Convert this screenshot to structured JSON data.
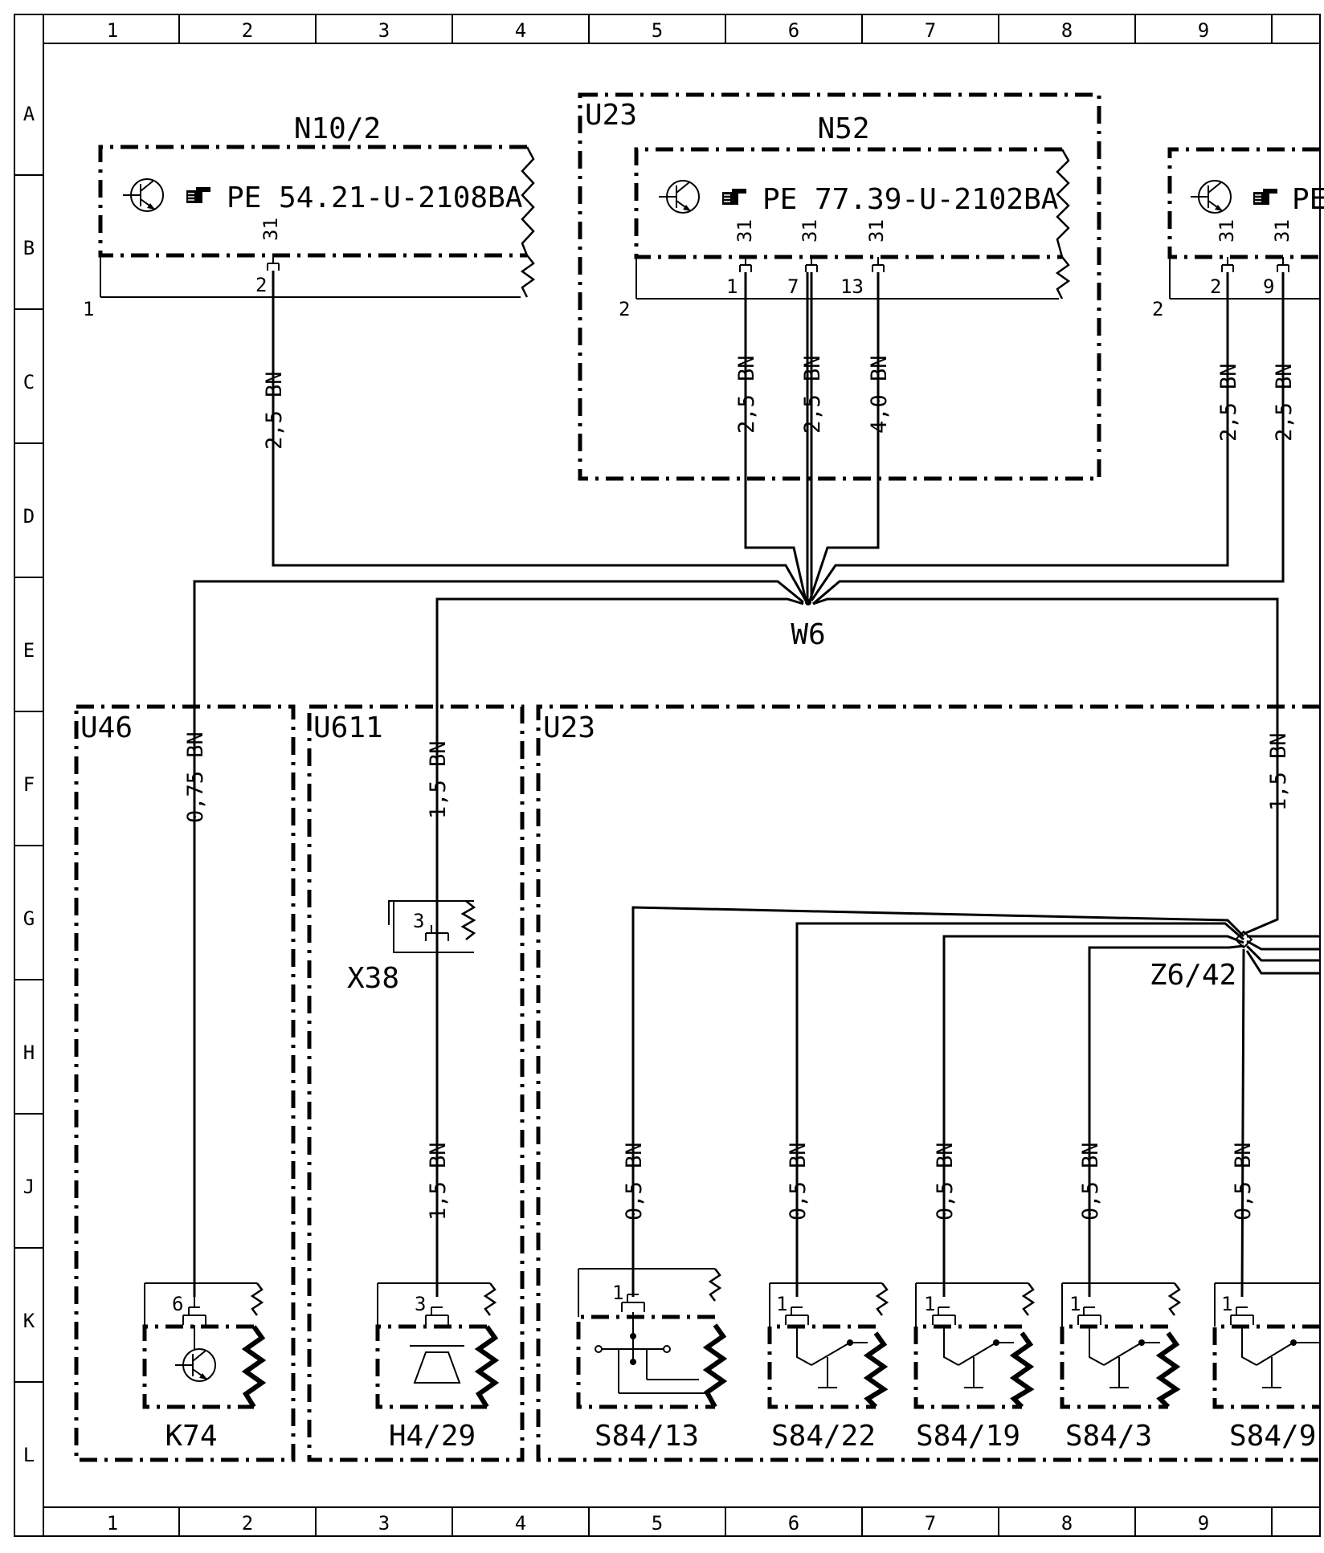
{
  "grid": {
    "columns": [
      "1",
      "2",
      "3",
      "4",
      "5",
      "6",
      "7",
      "8",
      "9"
    ],
    "rows": [
      "A",
      "B",
      "C",
      "D",
      "E",
      "F",
      "G",
      "H",
      "J",
      "K",
      "L"
    ]
  },
  "groups": {
    "u23_top": "U23",
    "u46": "U46",
    "u611": "U611",
    "u23_bottom": "U23"
  },
  "modules": {
    "n10_2": {
      "name": "N10/2",
      "ref": "PE 54.21-U-2108BA",
      "ground_pin": "1",
      "pin_31": "31",
      "pin": "2"
    },
    "n52": {
      "name": "N52",
      "ref": "PE 77.39-U-2102BA",
      "ground_pin": "2",
      "pin_31": "31",
      "pins": [
        "1",
        "7",
        "13"
      ]
    },
    "right_unit": {
      "ref": "PE",
      "ground_pin": "2",
      "pin_31": "31",
      "pins": [
        "2",
        "9"
      ]
    }
  },
  "wires": {
    "n10_2": "2,5 BN",
    "n52_1": "2,5 BN",
    "n52_7": "2,5 BN",
    "n52_13": "4,0 BN",
    "right_2": "2,5 BN",
    "right_9": "2,5 BN",
    "k74": "0,75 BN",
    "u611_upper": "1,5 BN",
    "u611_lower": "1,5 BN",
    "u23_feed": "1,5 BN",
    "s84_13": "0,5 BN",
    "s84_22": "0,5 BN",
    "s84_19": "0,5 BN",
    "s84_3": "0,5 BN",
    "s84_9": "0,5 BN"
  },
  "junctions": {
    "w6": "W6",
    "z6_42": "Z6/42"
  },
  "connector_x38": {
    "name": "X38",
    "pin": "3"
  },
  "components": {
    "k74": {
      "name": "K74",
      "pin": "6"
    },
    "h4_29": {
      "name": "H4/29",
      "pin": "3"
    },
    "s84_13": {
      "name": "S84/13",
      "pin": "1"
    },
    "s84_22": {
      "name": "S84/22",
      "pin": "1"
    },
    "s84_19": {
      "name": "S84/19",
      "pin": "1"
    },
    "s84_3": {
      "name": "S84/3",
      "pin": "1"
    },
    "s84_9": {
      "name": "S84/9",
      "pin": "1"
    }
  },
  "icons": {
    "transistor": "transistor-icon",
    "hand": "pointing-hand-icon",
    "horn": "horn-icon",
    "switch": "switch-icon"
  }
}
